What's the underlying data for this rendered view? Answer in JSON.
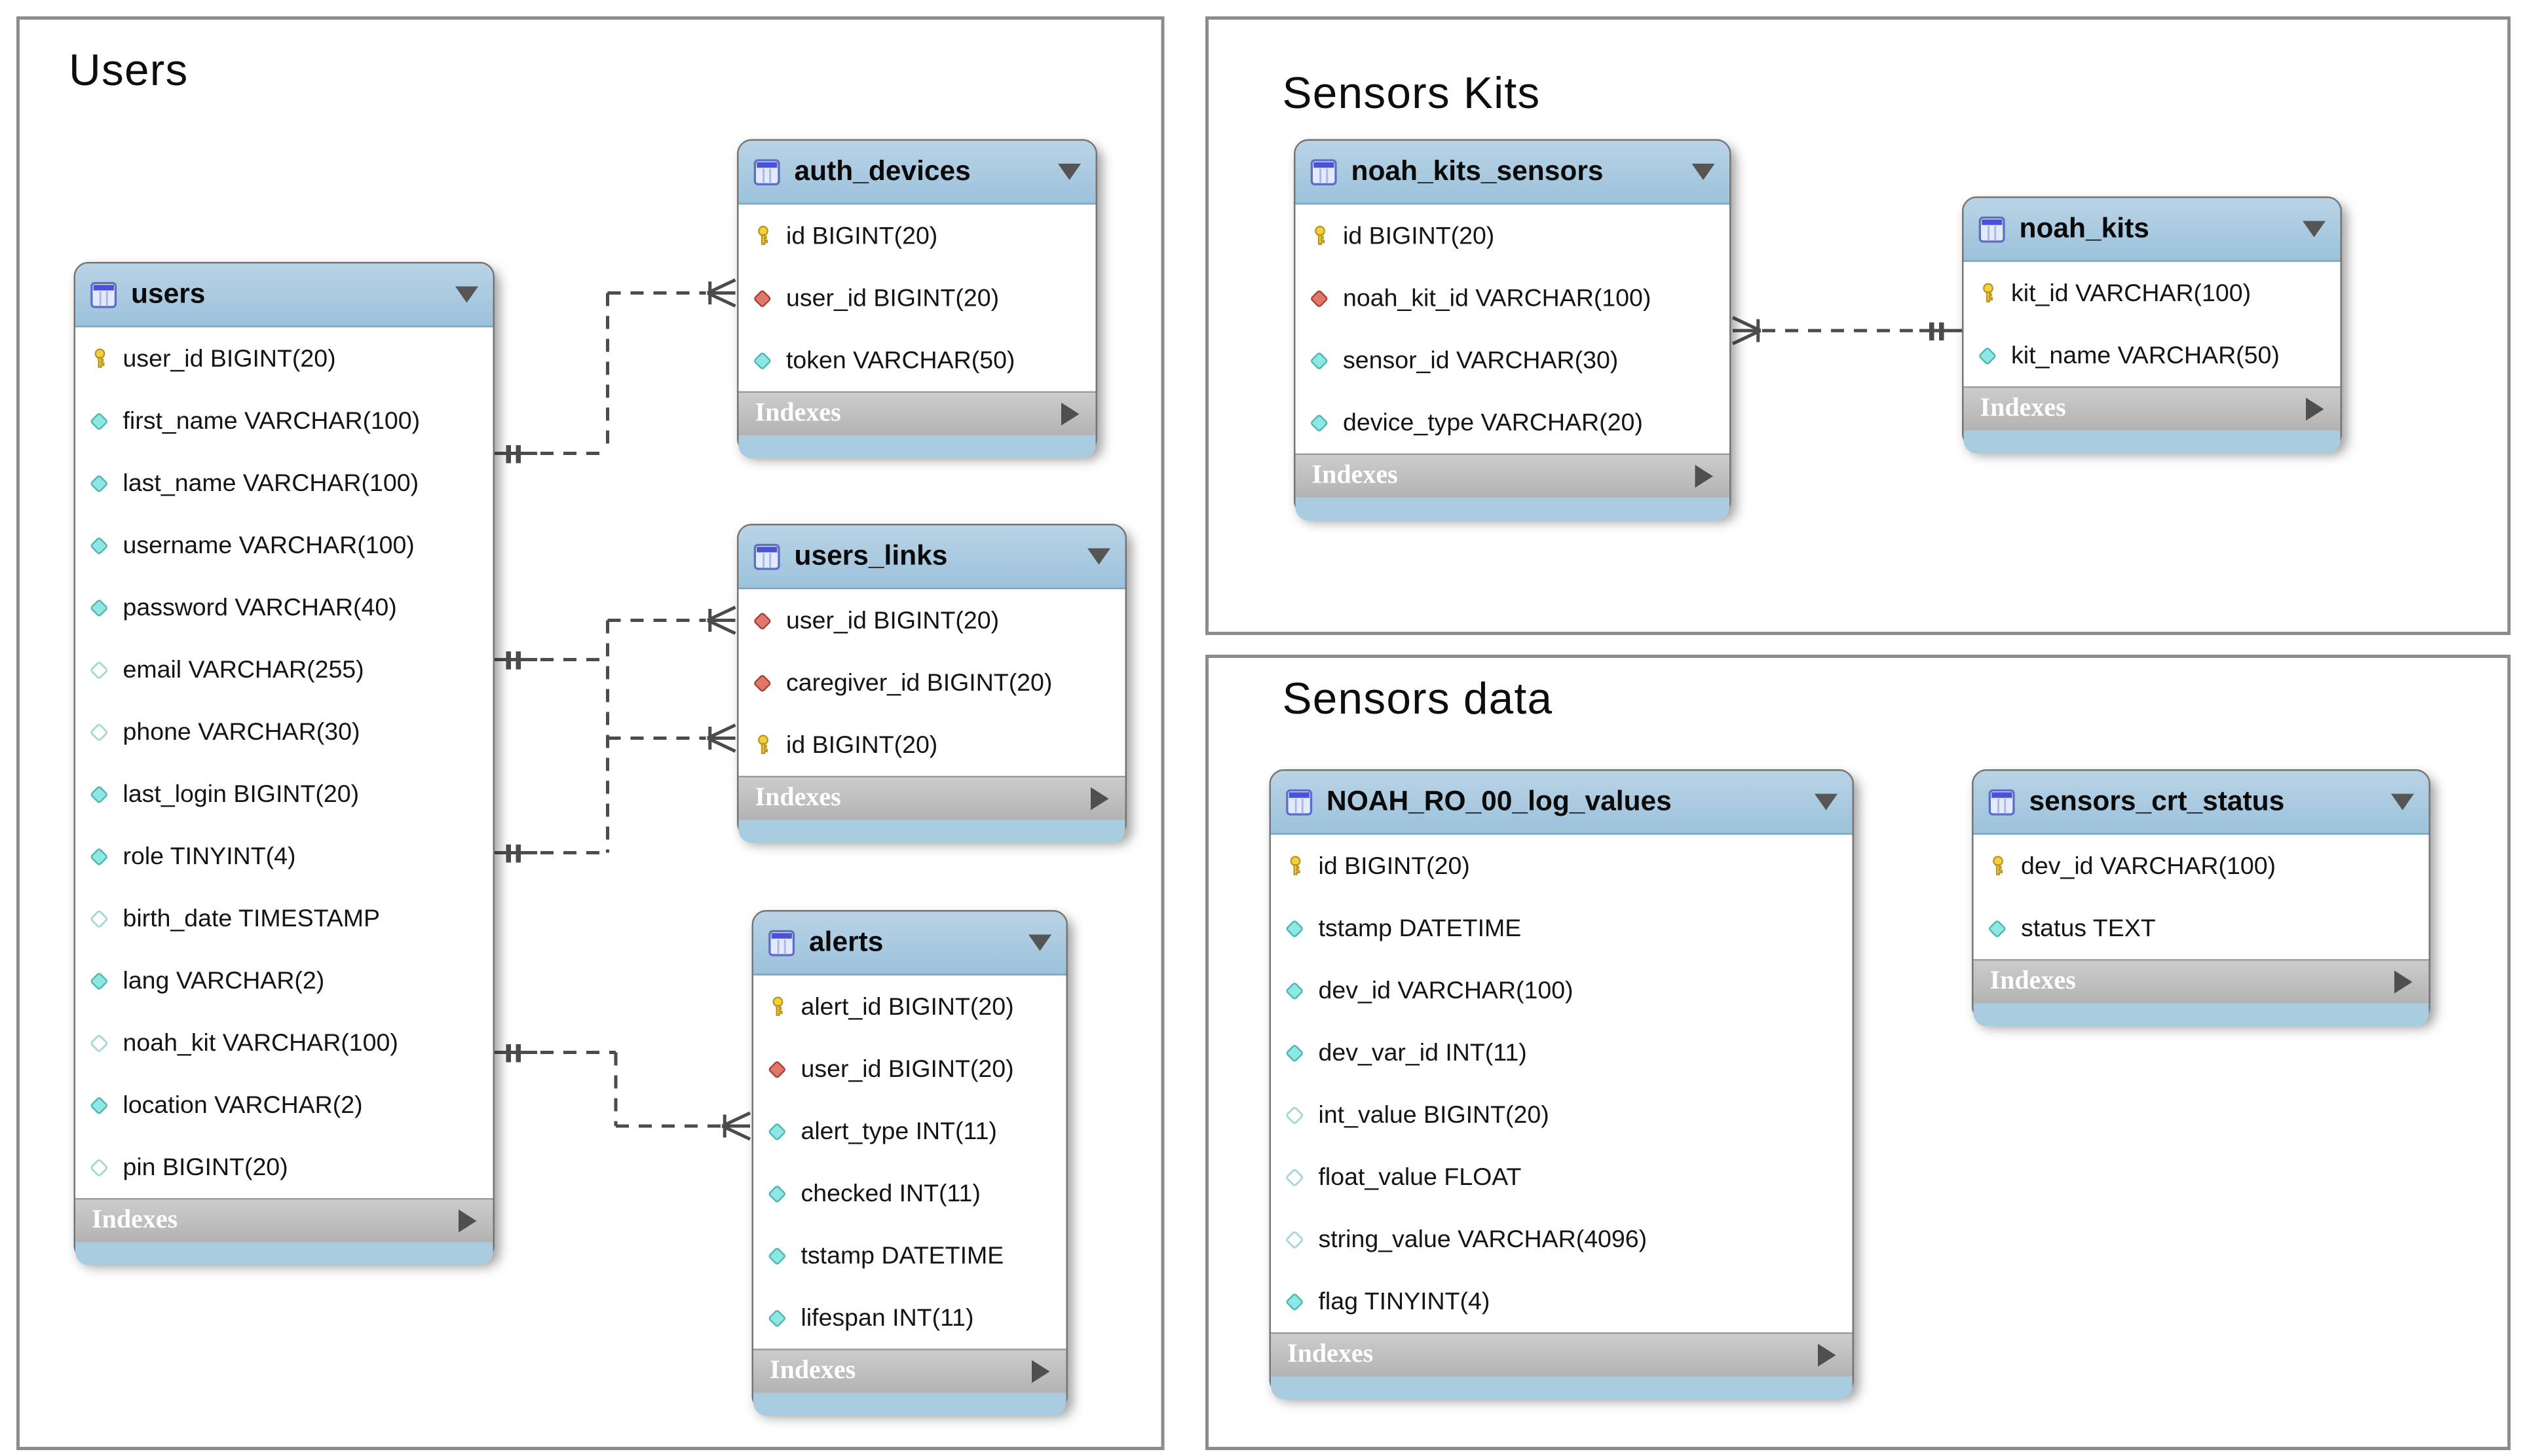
{
  "sections": [
    {
      "label": "Users"
    },
    {
      "label": "Sensors Kits"
    },
    {
      "label": "Sensors data"
    }
  ],
  "ui": {
    "indexes_label": "Indexes",
    "table_icon": "table-grid-icon",
    "header_menu_icon": "dropdown-triangle-icon"
  },
  "colors": {
    "header_blue": "#9cc2db",
    "footer_blue": "#a9cce1",
    "indexes_gray": "#bdbdbd",
    "primary_key_yellow": "#f5d03c",
    "foreign_key_red": "#e1766b",
    "column_cyan": "#8be8e4",
    "relationship_line": "#4b4b4b"
  },
  "tables": [
    {
      "name": "users",
      "columns": [
        {
          "icon": "primary-key",
          "label": "user_id BIGINT(20)"
        },
        {
          "icon": "column",
          "label": "first_name VARCHAR(100)"
        },
        {
          "icon": "column",
          "label": "last_name VARCHAR(100)"
        },
        {
          "icon": "column",
          "label": "username VARCHAR(100)"
        },
        {
          "icon": "column",
          "label": "password VARCHAR(40)"
        },
        {
          "icon": "column-nullable",
          "label": "email VARCHAR(255)"
        },
        {
          "icon": "column-nullable",
          "label": "phone VARCHAR(30)"
        },
        {
          "icon": "column",
          "label": "last_login BIGINT(20)"
        },
        {
          "icon": "column",
          "label": "role TINYINT(4)"
        },
        {
          "icon": "column-nullable",
          "label": "birth_date TIMESTAMP"
        },
        {
          "icon": "column",
          "label": "lang VARCHAR(2)"
        },
        {
          "icon": "column-nullable",
          "label": "noah_kit VARCHAR(100)"
        },
        {
          "icon": "column",
          "label": "location VARCHAR(2)"
        },
        {
          "icon": "column-nullable",
          "label": "pin BIGINT(20)"
        }
      ]
    },
    {
      "name": "auth_devices",
      "columns": [
        {
          "icon": "primary-key",
          "label": "id BIGINT(20)"
        },
        {
          "icon": "foreign-key",
          "label": "user_id BIGINT(20)"
        },
        {
          "icon": "column",
          "label": "token VARCHAR(50)"
        }
      ]
    },
    {
      "name": "users_links",
      "columns": [
        {
          "icon": "foreign-key",
          "label": "user_id BIGINT(20)"
        },
        {
          "icon": "foreign-key",
          "label": "caregiver_id BIGINT(20)"
        },
        {
          "icon": "primary-key",
          "label": "id BIGINT(20)"
        }
      ]
    },
    {
      "name": "alerts",
      "columns": [
        {
          "icon": "primary-key",
          "label": "alert_id BIGINT(20)"
        },
        {
          "icon": "foreign-key",
          "label": "user_id BIGINT(20)"
        },
        {
          "icon": "column",
          "label": "alert_type INT(11)"
        },
        {
          "icon": "column",
          "label": "checked INT(11)"
        },
        {
          "icon": "column",
          "label": "tstamp DATETIME"
        },
        {
          "icon": "column",
          "label": "lifespan INT(11)"
        }
      ]
    },
    {
      "name": "noah_kits_sensors",
      "columns": [
        {
          "icon": "primary-key",
          "label": "id BIGINT(20)"
        },
        {
          "icon": "foreign-key",
          "label": "noah_kit_id VARCHAR(100)"
        },
        {
          "icon": "column",
          "label": "sensor_id VARCHAR(30)"
        },
        {
          "icon": "column",
          "label": "device_type VARCHAR(20)"
        }
      ]
    },
    {
      "name": "noah_kits",
      "columns": [
        {
          "icon": "primary-key",
          "label": "kit_id VARCHAR(100)"
        },
        {
          "icon": "column",
          "label": "kit_name VARCHAR(50)"
        }
      ]
    },
    {
      "name": "NOAH_RO_00_log_values",
      "columns": [
        {
          "icon": "primary-key",
          "label": "id BIGINT(20)"
        },
        {
          "icon": "column",
          "label": "tstamp DATETIME"
        },
        {
          "icon": "column",
          "label": "dev_id VARCHAR(100)"
        },
        {
          "icon": "column",
          "label": "dev_var_id INT(11)"
        },
        {
          "icon": "column-nullable",
          "label": "int_value BIGINT(20)"
        },
        {
          "icon": "column-nullable",
          "label": "float_value FLOAT"
        },
        {
          "icon": "column-nullable",
          "label": "string_value VARCHAR(4096)"
        },
        {
          "icon": "column",
          "label": "flag TINYINT(4)"
        }
      ]
    },
    {
      "name": "sensors_crt_status",
      "columns": [
        {
          "icon": "primary-key",
          "label": "dev_id VARCHAR(100)"
        },
        {
          "icon": "column",
          "label": "status TEXT"
        }
      ]
    }
  ],
  "relationships": [
    {
      "from": "users",
      "to": "auth_devices",
      "from_cardinality": "one",
      "to_cardinality": "many",
      "style": "dashed"
    },
    {
      "from": "users",
      "to": "users_links",
      "from_cardinality": "one",
      "to_cardinality": "many",
      "style": "dashed"
    },
    {
      "from": "users",
      "to": "users_links",
      "from_cardinality": "one",
      "to_cardinality": "many",
      "style": "dashed"
    },
    {
      "from": "users",
      "to": "alerts",
      "from_cardinality": "one",
      "to_cardinality": "many",
      "style": "dashed"
    },
    {
      "from": "noah_kits",
      "to": "noah_kits_sensors",
      "from_cardinality": "one",
      "to_cardinality": "many",
      "style": "dashed"
    }
  ]
}
